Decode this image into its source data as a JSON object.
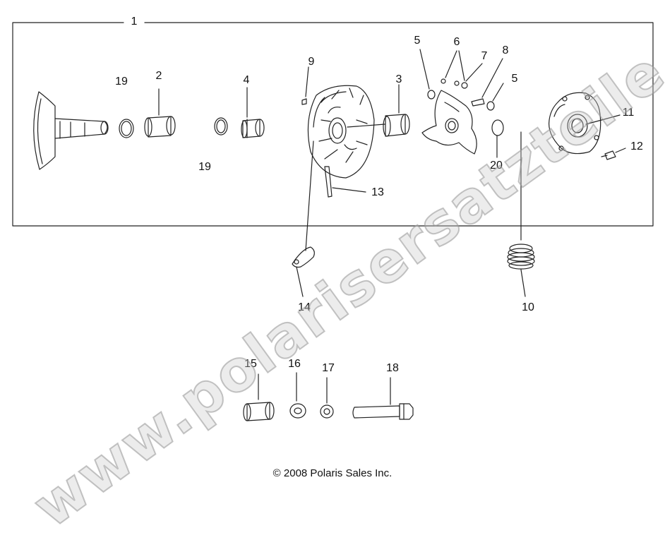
{
  "callouts": {
    "c1": "1",
    "c2": "2",
    "c3": "3",
    "c4": "4",
    "c5a": "5",
    "c5b": "5",
    "c6": "6",
    "c7": "7",
    "c8": "8",
    "c9": "9",
    "c10": "10",
    "c11": "11",
    "c12": "12",
    "c13": "13",
    "c14": "14",
    "c15": "15",
    "c16": "16",
    "c17": "17",
    "c18": "18",
    "c19a": "19",
    "c19b": "19",
    "c20": "20"
  },
  "copyright": "© 2008 Polaris Sales Inc.",
  "watermark": "www.polarisersatzteile.de",
  "colors": {
    "line": "#222222",
    "background": "#ffffff",
    "watermark": "#b0b0b0"
  }
}
